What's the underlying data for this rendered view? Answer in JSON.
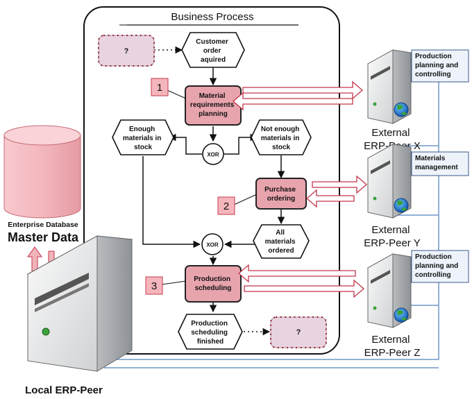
{
  "process_title": "Business Process",
  "database": {
    "caption": "Enterprise Database",
    "name": "Master Data"
  },
  "local_peer": {
    "label": "Local ERP-Peer"
  },
  "events": {
    "customer_order": [
      "Customer",
      "order",
      "aquired"
    ],
    "enough_materials": [
      "Enough",
      "materials in",
      "stock"
    ],
    "not_enough_materials": [
      "Not enough",
      "materials in",
      "stock"
    ],
    "all_materials_ordered": [
      "All",
      "materials",
      "ordered"
    ],
    "production_scheduling_finished": [
      "Production",
      "scheduling",
      "finished"
    ]
  },
  "functions": {
    "material_requirements_planning": [
      "Material",
      "requirements",
      "planning"
    ],
    "purchase_ordering": [
      "Purchase",
      "ordering"
    ],
    "production_scheduling": [
      "Production",
      "scheduling"
    ]
  },
  "connectors": {
    "xor_label": "XOR"
  },
  "unknown_marker": "?",
  "step_numbers": [
    "1",
    "2",
    "3"
  ],
  "external_peers": [
    {
      "label_line1": "External",
      "label_line2": "ERP-Peer X",
      "service": [
        "Production",
        "planning and",
        "controlling"
      ]
    },
    {
      "label_line1": "External",
      "label_line2": "ERP-Peer Y",
      "service": [
        "Materials",
        "management"
      ]
    },
    {
      "label_line1": "External",
      "label_line2": "ERP-Peer Z",
      "service": [
        "Production",
        "planning and",
        "controlling"
      ]
    }
  ],
  "colors": {
    "function_fill": "#e8a4ad",
    "function_border": "#222222",
    "event_fill": "#ffffff",
    "unknown_fill": "#e8d4e0",
    "step_fill": "#f5b5bc",
    "step_border": "#c23a4a",
    "database_fill": "#f3b7bd",
    "service_fill": "#eef3fb",
    "link_line": "#6f97c8",
    "exchange_arrow": "#c4354a"
  }
}
